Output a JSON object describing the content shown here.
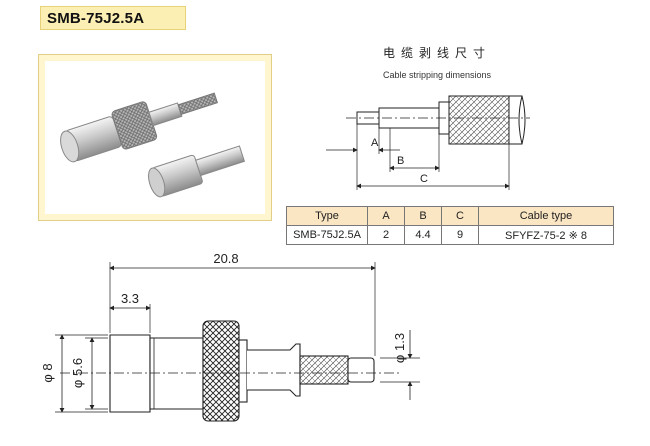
{
  "title": "SMB-75J2.5A",
  "stripping": {
    "heading": "电缆剥线尺寸",
    "subheading": "Cable stripping dimensions",
    "labels": {
      "a": "A",
      "b": "B",
      "c": "C"
    }
  },
  "spec_table": {
    "headers": {
      "type": "Type",
      "a": "A",
      "b": "B",
      "c": "C",
      "cable": "Cable type"
    },
    "row": {
      "type": "SMB-75J2.5A",
      "a": "2",
      "b": "4.4",
      "c": "9",
      "cable": "SFYFZ-75-2 ※ 8"
    }
  },
  "drawing": {
    "overall_length": "20.8",
    "head_length": "3.3",
    "outer_diameter": "φ 8",
    "inner_diameter": "φ 5.6",
    "pin_diameter": "φ 1.3"
  },
  "colors": {
    "badge_bg": "#fcefb4",
    "table_header_bg": "#fbe6c4",
    "photo_frame_bg": "#fff5cf"
  }
}
